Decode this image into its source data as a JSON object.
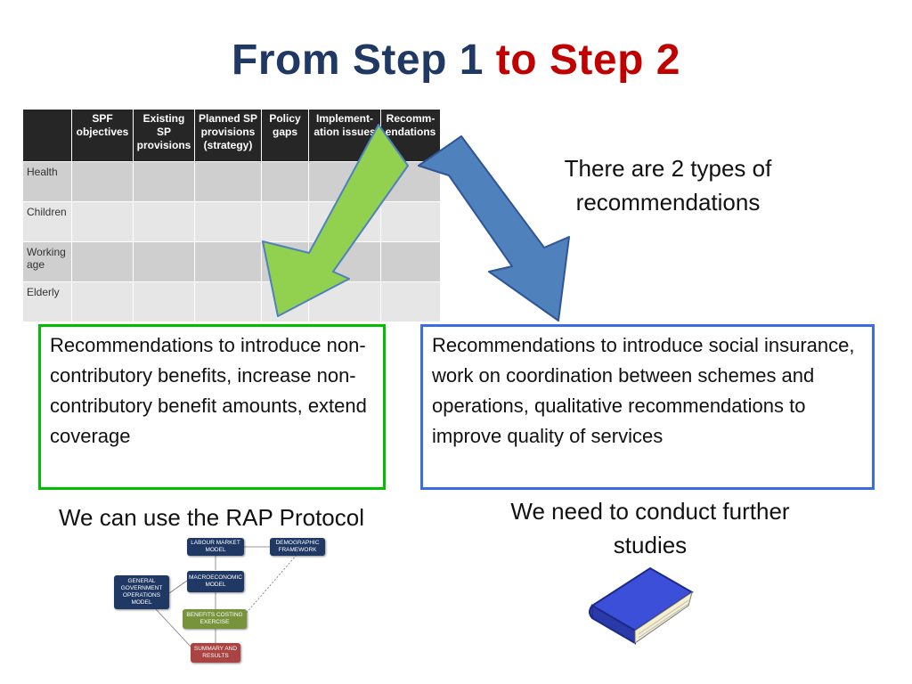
{
  "title": {
    "part1": "From Step 1",
    "part2": "to Step 2"
  },
  "colors": {
    "title_blue": "#1f3864",
    "title_red": "#c00000",
    "green_border": "#00bf00",
    "blue_border": "#3a6de0",
    "green_arrow": "#92d050",
    "blue_arrow": "#4f81bd"
  },
  "table": {
    "headers": [
      "",
      "SPF objectives",
      "Existing SP provisions",
      "Planned SP provisions (strategy)",
      "Policy gaps",
      "Implement-ation issues",
      "Recomm-endations"
    ],
    "rows": [
      "Health",
      "Children",
      "Working age",
      "Elderly"
    ]
  },
  "types_text": "There are 2 types of recommendations",
  "green_box": "Recommendations to introduce non-contributory benefits, increase non-contributory benefit amounts, extend coverage",
  "blue_box": "Recommendations to introduce social insurance, work on coordination between schemes and operations, qualitative recommendations to improve quality of services",
  "rap_caption": "We can use the RAP Protocol",
  "studies_caption": "We need to conduct further studies",
  "flowchart": {
    "labour": "LABOUR MARKET MODEL",
    "demographic": "DEMOGRAPHIC FRAMEWORK",
    "macro": "MACROECONOMIC MODEL",
    "government": "GENERAL GOVERNMENT OPERATIONS MODEL",
    "benefits": "BENEFITS COSTING EXERCISE",
    "summary": "SUMMARY AND RESULTS"
  },
  "icons": {
    "book": "book-icon",
    "green_arrow": "arrow-down-left-icon",
    "blue_arrow": "arrow-down-right-icon"
  }
}
